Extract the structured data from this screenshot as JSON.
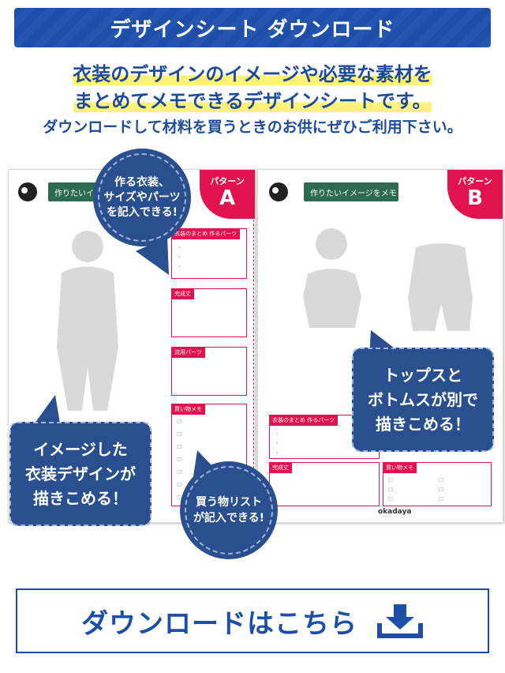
{
  "header": {
    "title": "デザインシート ダウンロード"
  },
  "lead": {
    "line1": "衣装のデザインのイメージや必要な素材を",
    "line2": "まとめてメモできるデザインシートです。",
    "line3": "ダウンロードして材料を買うときのお供にぜひご利用下さい。"
  },
  "sheet_a": {
    "pattern_label": "パターン",
    "pattern_letter": "A",
    "tag": "作りたいイ",
    "memos": [
      "衣装のまとめ 作るパーツ",
      "完成丈",
      "流用パーツ",
      "買い物メモ"
    ]
  },
  "sheet_b": {
    "pattern_label": "パターン",
    "pattern_letter": "B",
    "tag": "作りたいイメージをメモ",
    "memos": [
      "衣装のまとめ 作るパーツ",
      "完成丈",
      "買い物メモ"
    ],
    "logo": "okadaya"
  },
  "callouts": {
    "parts": "作る衣装、\nサイズやパーツ\nを記入できる!",
    "image": "イメージした\n衣装デザインが\n描きこめる！",
    "shopping": "買う物リスト\nが記入できる!",
    "tops_bottoms": "トップスと\nボトムスが別で\n描きこめる！"
  },
  "download": {
    "label": "ダウンロードはこちら",
    "icon": "download-icon"
  },
  "colors": {
    "brand": "#1e4fa8",
    "accent": "#e0134f",
    "bubble": "#2a4f8f",
    "highlight": "#fff27a"
  }
}
